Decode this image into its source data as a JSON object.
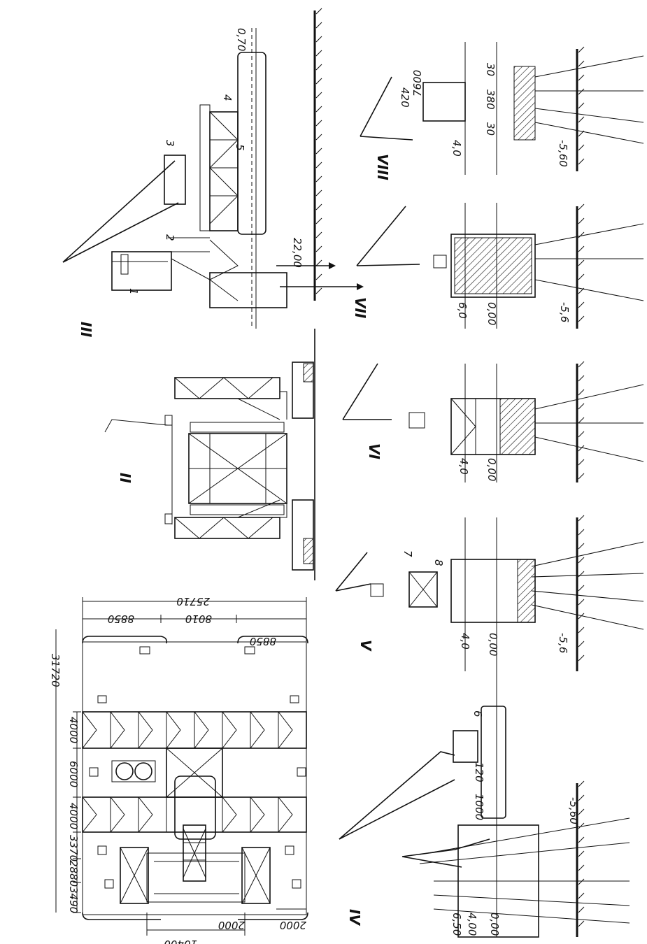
{
  "figure": {
    "panel_labels": {
      "p2": "II",
      "p3": "III",
      "p4": "IV",
      "p5": "V",
      "p6": "VI",
      "p7": "VII",
      "p8": "VIII"
    },
    "plan_dimensions": {
      "total_length": "31720",
      "total_width": "25710",
      "segments": [
        "3490",
        "2880",
        "3370",
        "4000",
        "6000",
        "4000"
      ],
      "width_parts": [
        "8850",
        "8010",
        "8850"
      ],
      "bottom_a": "10400",
      "bottom_b": "2000",
      "bottom_c": "2000"
    },
    "callouts": [
      "1",
      "2",
      "3",
      "4",
      "5",
      "6",
      "7",
      "8"
    ],
    "p3_marks": {
      "level_a": "0,70",
      "level_b": "22,00"
    },
    "p4_marks": {
      "lv1": "6,50",
      "lv2": "4,00",
      "lv3": "0,00",
      "lv4": "-5,60",
      "d1": "120",
      "d2": "1000"
    },
    "p5_marks": {
      "lv1": "4,0",
      "lv2": "0,00",
      "lv3": "-5,6"
    },
    "p6_marks": {
      "lv1": "4,0",
      "lv2": "0,00"
    },
    "p7_marks": {
      "lv1": "6,0",
      "lv2": "0,00",
      "lv3": "-5,6"
    },
    "p8_marks": {
      "lv1": "4,0",
      "lv2": "-5,60",
      "d1": "420",
      "d2": "7600",
      "d3": "30",
      "d4": "380",
      "d5": "30"
    }
  }
}
